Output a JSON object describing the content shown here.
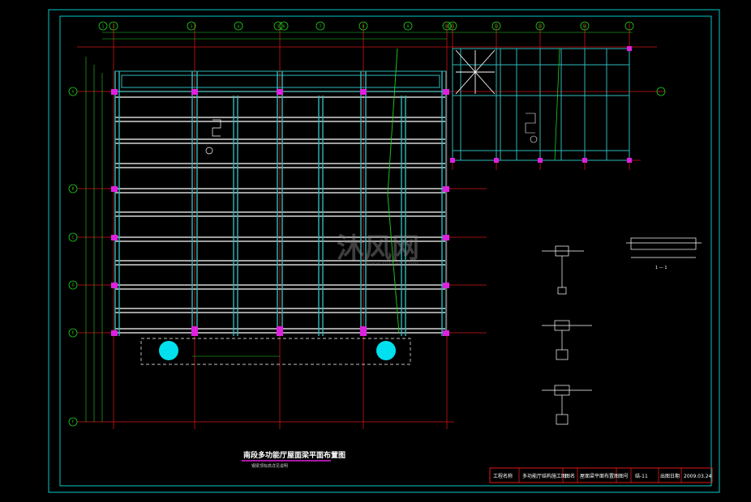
{
  "drawing": {
    "title": "南段多功能厅屋面梁平面布置图",
    "subtitle": "钢梁顶标高详见说明"
  },
  "watermark": {
    "brand": "沐风网",
    "url": "www.mfcad.com"
  },
  "title_block": {
    "cells": [
      "工程名称",
      "多功能厅结构施工图",
      "图名",
      "屋面梁平面布置图",
      "图号",
      "结-11",
      "出图日期",
      "2009.03.24"
    ]
  },
  "section_label": "1 — 1",
  "axis_labels_top": [
    "1",
    "2",
    "3",
    "4",
    "5",
    "6",
    "7",
    "8",
    "9",
    "10",
    "11",
    "12",
    "13",
    "14"
  ],
  "axis_labels_left": [
    "A",
    "B",
    "C",
    "D",
    "E",
    "F"
  ],
  "colors": {
    "background": "#000000",
    "frame": "#00c8c8",
    "grid_red": "#e01818",
    "beam_white": "#ffffff",
    "beam_cyan": "#30c0c0",
    "column_magenta": "#e020e0",
    "dim_green": "#20d020",
    "circle_cyan": "#00e8f0",
    "title_underline": "#e020e0"
  }
}
